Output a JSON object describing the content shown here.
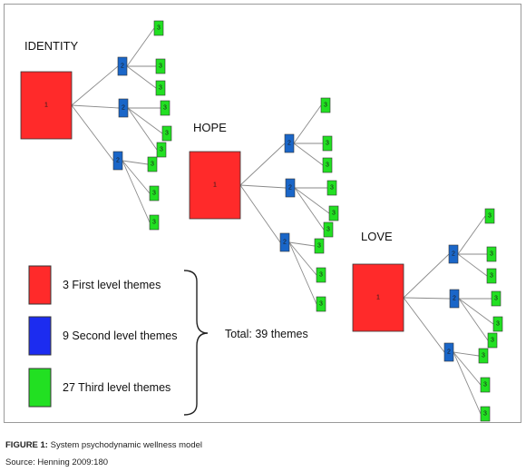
{
  "colors": {
    "first_level": "#ff2a2a",
    "second_level": "#1a66c8",
    "third_level": "#22e022",
    "legend_second": "#1c2cf0",
    "edge": "#8a8a8a",
    "border": "#333333"
  },
  "trees": [
    {
      "title": "IDENTITY",
      "root_label": "1",
      "branches": [
        {
          "label": "2",
          "leaves": [
            "3",
            "3",
            "3"
          ]
        },
        {
          "label": "2",
          "leaves": [
            "3",
            "3",
            "3"
          ]
        },
        {
          "label": "2",
          "leaves": [
            "3",
            "3",
            "3"
          ]
        }
      ]
    },
    {
      "title": "HOPE",
      "root_label": "1",
      "branches": [
        {
          "label": "2",
          "leaves": [
            "3",
            "3",
            "3"
          ]
        },
        {
          "label": "2",
          "leaves": [
            "3",
            "3",
            "3"
          ]
        },
        {
          "label": "2",
          "leaves": [
            "3",
            "3",
            "3"
          ]
        }
      ]
    },
    {
      "title": "LOVE",
      "root_label": "1",
      "branches": [
        {
          "label": "2",
          "leaves": [
            "3",
            "3",
            "3"
          ]
        },
        {
          "label": "2",
          "leaves": [
            "3",
            "3",
            "3"
          ]
        },
        {
          "label": "2",
          "leaves": [
            "3",
            "3",
            "3"
          ]
        }
      ]
    }
  ],
  "legend": {
    "items": [
      {
        "label": "3 First level themes",
        "level": "first"
      },
      {
        "label": "9 Second level themes",
        "level": "second"
      },
      {
        "label": "27 Third level themes",
        "level": "third"
      }
    ],
    "total": "Total: 39 themes"
  },
  "caption": {
    "figure_label": "FIGURE 1:",
    "text": " System psychodynamic wellness model",
    "source": "Source:  Henning 2009:180"
  }
}
